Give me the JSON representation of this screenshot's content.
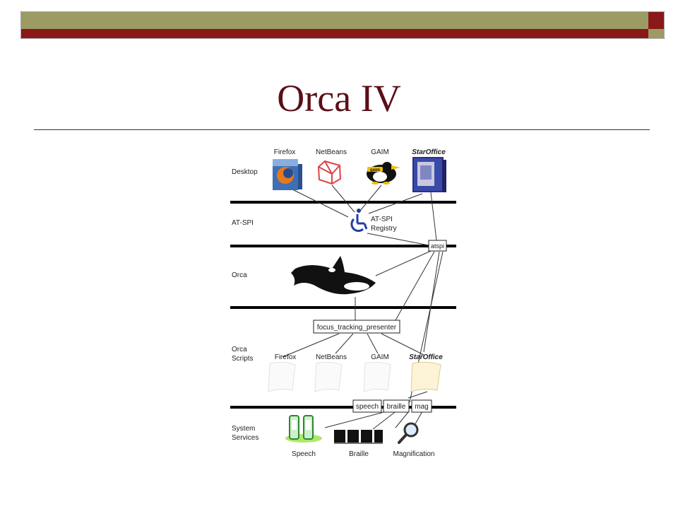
{
  "slide": {
    "title": "Orca IV",
    "colors": {
      "olive": "#9b9b63",
      "maroon": "#8a1818",
      "title": "#5b0e17"
    }
  },
  "diagram": {
    "layers": {
      "desktop": "Desktop",
      "atspi": "AT-SPI",
      "orca": "Orca",
      "scripts_line1": "Orca",
      "scripts_line2": "Scripts",
      "services_line1": "System",
      "services_line2": "Services"
    },
    "apps": [
      "Firefox",
      "NetBeans",
      "GAIM",
      "StarOffice"
    ],
    "registry": {
      "line1": "AT-SPI",
      "line2": "Registry"
    },
    "atspi_box": "atspi",
    "presenter_box": "focus_tracking_presenter",
    "scripts": [
      "Firefox",
      "NetBeans",
      "GAIM",
      "StarOffice"
    ],
    "service_boxes": [
      "speech",
      "braille",
      "mag"
    ],
    "services": [
      "Speech",
      "Braille",
      "Magnification"
    ],
    "icons": [
      "firefox-icon",
      "netbeans-icon",
      "gaim-icon",
      "staroffice-icon",
      "accessibility-icon",
      "orca-whale-icon",
      "script-scroll-icon",
      "speech-icon",
      "braille-icon",
      "magnifier-icon"
    ]
  }
}
